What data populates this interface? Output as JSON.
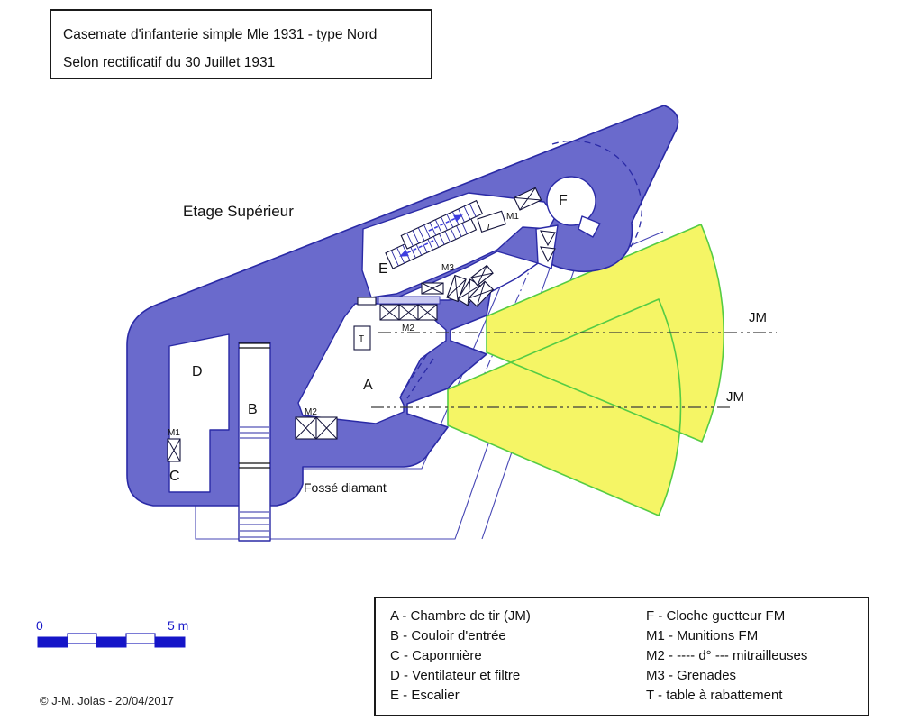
{
  "title_box": {
    "line1": "Casemate d'infanterie simple Mle 1931 - type Nord",
    "line2": "Selon rectificatif du 30 Juillet 1931"
  },
  "plan": {
    "floor_label": "Etage Supérieur",
    "moat_label": "Fossé diamant",
    "axis_label_upper": "JM",
    "axis_label_lower": "JM",
    "room_labels": {
      "A": "A",
      "B": "B",
      "C": "C",
      "D": "D",
      "E": "E",
      "F": "F"
    },
    "feature_labels": {
      "m1_upper": "M1",
      "m1_left": "M1",
      "m2_upper": "M2",
      "m2_lower": "M2",
      "m3": "M3",
      "t_upper": "T",
      "t_room": "T"
    }
  },
  "scale_bar": {
    "start_label": "0",
    "end_label": "5 m"
  },
  "credit": "© J-M. Jolas - 20/04/2017",
  "legend": {
    "items_left": [
      "A - Chambre de tir (JM)",
      "B - Couloir d'entrée",
      "C - Caponnière",
      "D - Ventilateur et filtre",
      "E - Escalier"
    ],
    "items_right": [
      "F - Cloche guetteur FM",
      "M1 - Munitions FM",
      "M2 -  ---- d° ---  mitrailleuses",
      "M3 - Grenades",
      "T - table à rabattement"
    ]
  },
  "colors": {
    "wall_fill": "#6a6acc",
    "wall_stroke": "#2a2aa6",
    "arc_fill": "#f5f565",
    "arc_stroke": "#55cc44",
    "ammo_shelf": "#c9c9f2",
    "scale_blue": "#1515c8"
  }
}
